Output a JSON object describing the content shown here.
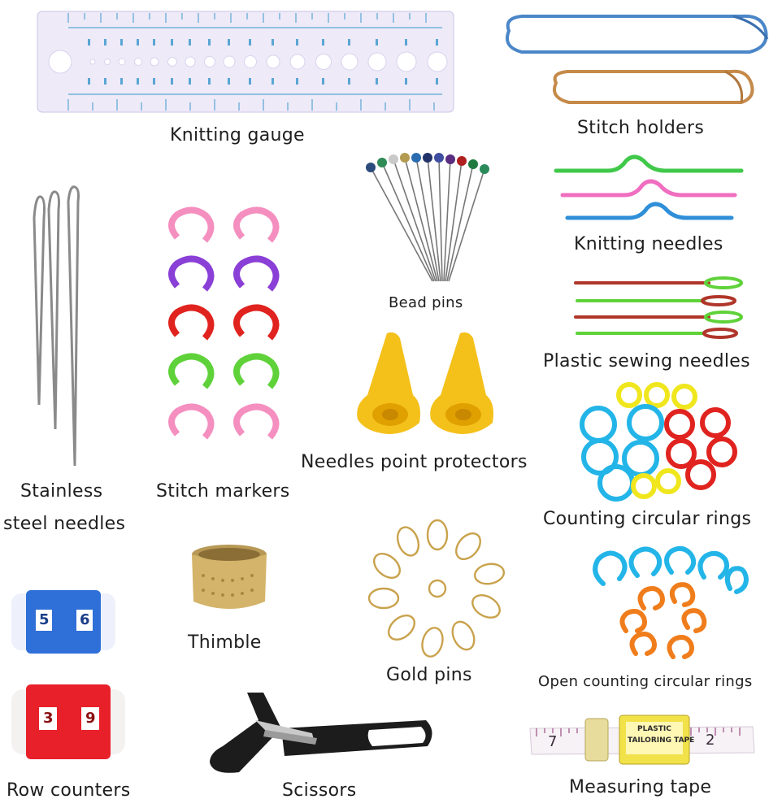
{
  "labels": {
    "knitting_gauge": "Knitting gauge",
    "stitch_holders": "Stitch holders",
    "bead_pins": "Bead pins",
    "knitting_needles": "Knitting needles",
    "stitch_markers": "Stitch markers",
    "stainless_line1": "Stainless",
    "stainless_line2": "steel needles",
    "plastic_sewing_needles": "Plastic sewing needles",
    "needles_point_protectors": "Needles point protectors",
    "counting_circular_rings": "Counting circular rings",
    "thimble": "Thimble",
    "gold_pins": "Gold pins",
    "open_counting_circular_rings": "Open counting circular rings",
    "row_counters": "Row counters",
    "scissors": "Scissors",
    "measuring_tape": "Measuring tape"
  },
  "counters": {
    "blue_digits": [
      "5",
      "6"
    ],
    "red_digits": [
      "3",
      "9"
    ]
  },
  "tape": {
    "brand_line1": "PLASTIC",
    "brand_line2": "TAILORING TAPE",
    "number_left": "7",
    "number_right": "2"
  },
  "colors": {
    "pink": "#f48fc0",
    "purple": "#8a3fd6",
    "red": "#e0231f",
    "green": "#5fd23a",
    "yellow": "#f0e61e",
    "cyan": "#23b5e8",
    "orange": "#f07d1c",
    "gold": "#c9a24c",
    "blue_counter": "#2f6fd8",
    "red_counter": "#e8202a"
  }
}
